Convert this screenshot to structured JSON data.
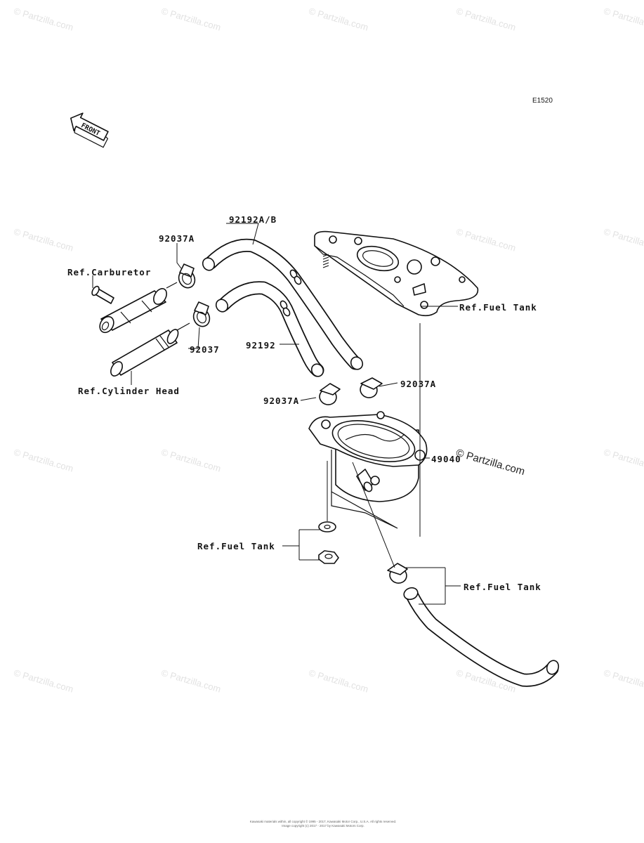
{
  "diagram_code": "E1520",
  "front_label": "FRONT",
  "watermark": "© Partzilla.com",
  "labels": {
    "hose_92192ab": "92192A/B",
    "clamp_92037a_top": "92037A",
    "ref_carburetor": "Ref.Carburetor",
    "ref_fuel_tank_upper": "Ref.Fuel Tank",
    "clamp_92037": "92037",
    "hose_92192": "92192",
    "ref_cylinder_head": "Ref.Cylinder Head",
    "clamp_92037a_right": "92037A",
    "clamp_92037a_left": "92037A",
    "pump_49040": "49040",
    "ref_fuel_tank_left": "Ref.Fuel Tank",
    "ref_fuel_tank_lower": "Ref.Fuel Tank"
  },
  "footer": {
    "line1": "Kawasaki materials within, all copyright © 1995 - 2017, Kawasaki Motor Corp., U.S.A. All rights reserved.",
    "line2": "Image copyright (c) 2017 - 2017 by Kawasaki Motors Corp."
  },
  "colors": {
    "line": "#111111",
    "watermark": "#e2e2e2"
  }
}
